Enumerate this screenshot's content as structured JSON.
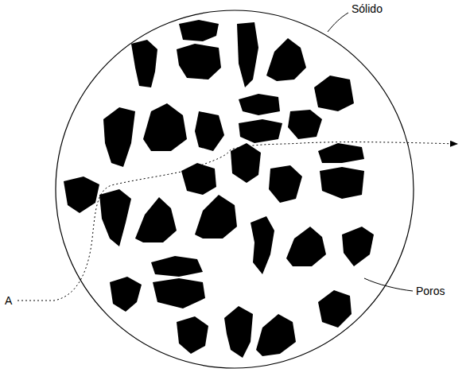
{
  "diagram": {
    "labels": [
      "Sólido",
      "A",
      "Poros"
    ]
  }
}
